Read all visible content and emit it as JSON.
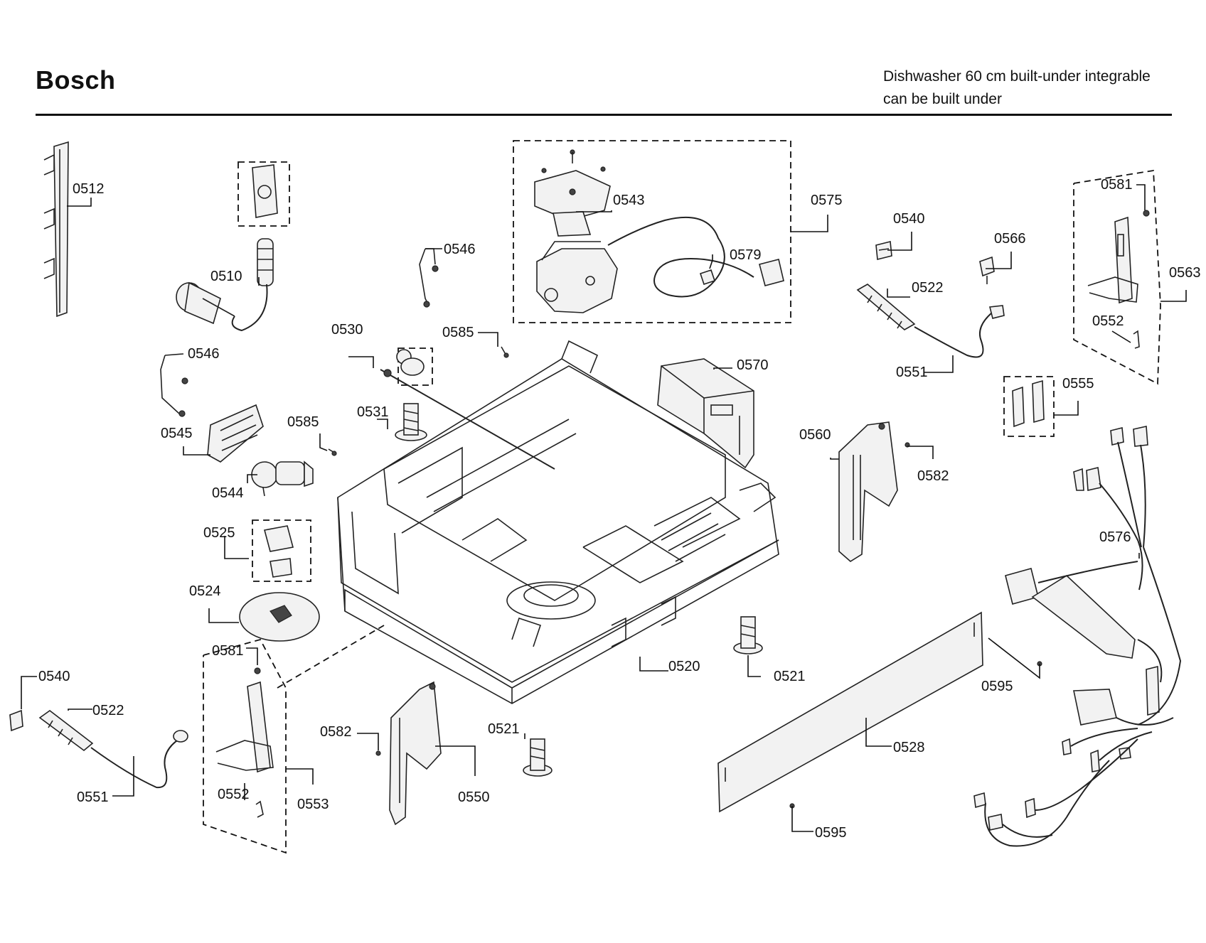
{
  "header": {
    "brand": "Bosch",
    "subtitle_line1": "Dishwasher 60 cm built-under integrable",
    "subtitle_line2": "can be built under"
  },
  "labels": {
    "p0512": "0512",
    "p0510": "0510",
    "p0546a": "0546",
    "p0546b": "0546",
    "p0543": "0543",
    "p0575": "0575",
    "p0579": "0579",
    "p0540a": "0540",
    "p0566": "0566",
    "p0581a": "0581",
    "p0563": "0563",
    "p0522a": "0522",
    "p0552a": "0552",
    "p0530": "0530",
    "p0585a": "0585",
    "p0570": "0570",
    "p0551a": "0551",
    "p0555": "0555",
    "p0531": "0531",
    "p0585b": "0585",
    "p0545": "0545",
    "p0544": "0544",
    "p0560": "0560",
    "p0582a": "0582",
    "p0525": "0525",
    "p0576": "0576",
    "p0524": "0524",
    "p0581b": "0581",
    "p0520": "0520",
    "p0521a": "0521",
    "p0595a": "0595",
    "p0540b": "0540",
    "p0522b": "0522",
    "p0582b": "0582",
    "p0521b": "0521",
    "p0528": "0528",
    "p0551b": "0551",
    "p0552b": "0552",
    "p0553": "0553",
    "p0550": "0550",
    "p0595b": "0595"
  }
}
